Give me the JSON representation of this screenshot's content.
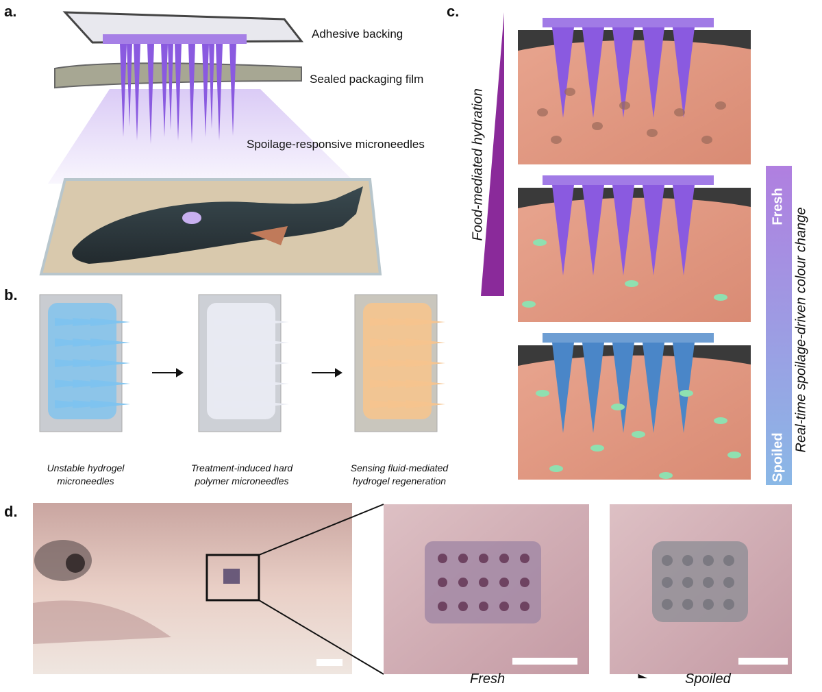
{
  "panels": {
    "a": {
      "letter": "a.",
      "labels": [
        "Adhesive backing",
        "Sealed packaging film",
        "Spoilage-responsive microneedles"
      ]
    },
    "b": {
      "letter": "b.",
      "steps": [
        {
          "line1": "Unstable hydrogel",
          "line2": "microneedles",
          "color": "#7ec3ef"
        },
        {
          "line1": "Treatment-induced hard",
          "line2": "polymer microneedles",
          "color": "#e8eaf2"
        },
        {
          "line1": "Sensing fluid-mediated",
          "line2": "hydrogel regeneration",
          "color": "#f5c48e"
        }
      ]
    },
    "c": {
      "letter": "c.",
      "left_axis": "Food-mediated hydration",
      "right_axis": "Real-time spoilage-driven colour change",
      "bar_top": "Fresh",
      "bar_bottom": "Spoiled",
      "needle_colors": [
        "#8a5ae0",
        "#8a5ae0",
        "#4a86c8"
      ]
    },
    "d": {
      "letter": "d.",
      "fresh": "Fresh",
      "spoiled": "Spoiled"
    }
  },
  "colors": {
    "purple": "#8a55d6",
    "blue": "#7aaee0",
    "salmon": "#e69a80"
  }
}
